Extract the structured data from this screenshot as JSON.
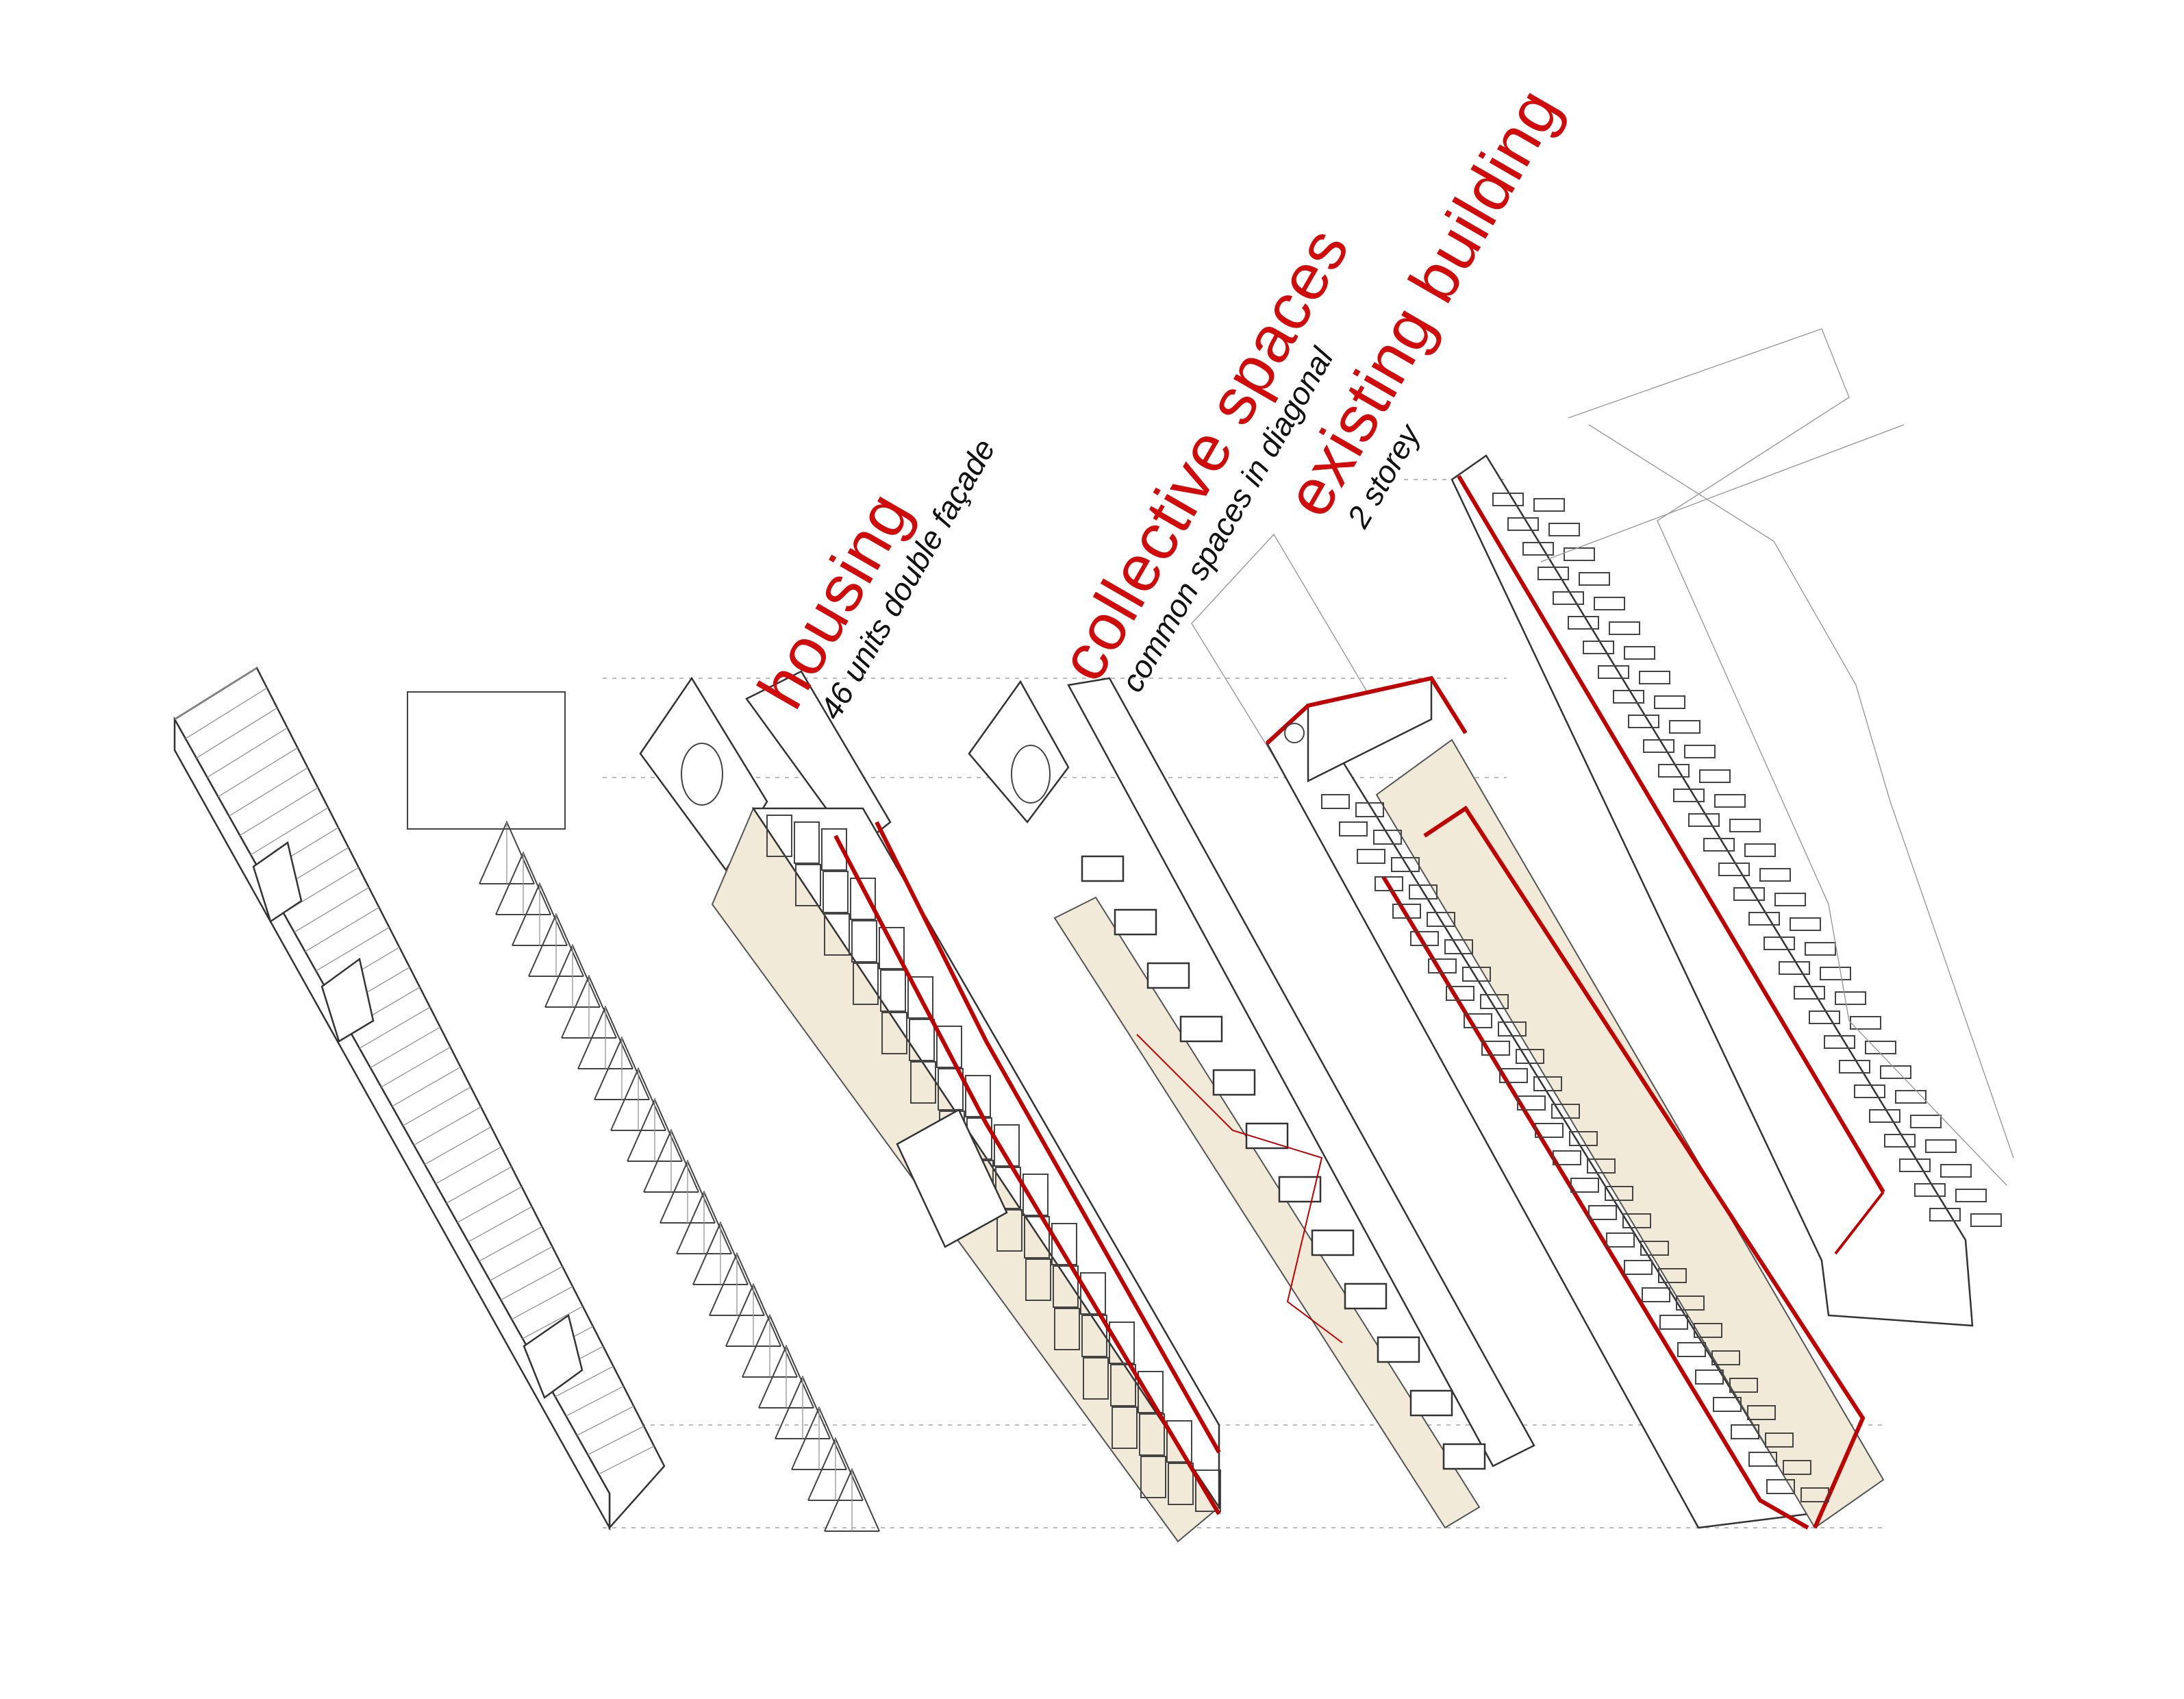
{
  "layers": [
    {
      "id": "housing",
      "title": "housing",
      "subtitle": "46 units double façade"
    },
    {
      "id": "collective",
      "title": "collective spaces",
      "subtitle": "common spaces in diagonal"
    },
    {
      "id": "existing",
      "title": "existing building",
      "subtitle": "2 storey"
    }
  ],
  "colors": {
    "accent": "#d10a0a",
    "line": "#333333",
    "fill_beige": "#f1ead8",
    "background": "#ffffff"
  }
}
